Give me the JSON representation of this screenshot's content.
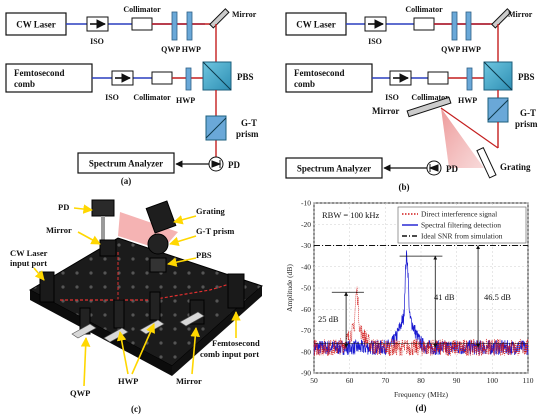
{
  "panel_a": {
    "cw_laser": "CW Laser",
    "iso_top": "ISO",
    "collimator_top": "Collimator",
    "mirror": "Mirror",
    "qwp_hwp": "QWP HWP",
    "femto_line1": "Femtosecond",
    "femto_line2": "comb",
    "iso_bottom": "ISO",
    "collimator_bottom": "Collimator",
    "pbs": "PBS",
    "hwp": "HWP",
    "gt_line1": "G-T",
    "gt_line2": "prism",
    "spectrum_analyzer": "Spectrum Analyzer",
    "pd": "PD",
    "caption": "(a)"
  },
  "panel_b": {
    "cw_laser": "CW Laser",
    "iso_top": "ISO",
    "collimator_top": "Collimator",
    "mirror_top": "Mirror",
    "qwp_hwp": "QWP HWP",
    "femto_line1": "Femtosecond",
    "femto_line2": "comb",
    "iso_bottom": "ISO",
    "collimator_bottom": "Collimator",
    "pbs": "PBS",
    "hwp": "HWP",
    "mirror_mid": "Mirror",
    "gt_line1": "G-T",
    "gt_line2": "prism",
    "grating": "Grating",
    "spectrum_analyzer": "Spectrum Analyzer",
    "pd": "PD",
    "caption": "(b)"
  },
  "panel_c": {
    "pd": "PD",
    "mirror": "Mirror",
    "cw_line1": "CW Laser",
    "cw_line2": "input port",
    "grating": "Grating",
    "gt_prism": "G-T prism",
    "pbs": "PBS",
    "femto_line1": "Femtosecond",
    "femto_line2": "comb input port",
    "qwp": "QWP",
    "hwp": "HWP",
    "mirror_bottom": "Mirror",
    "caption": "(c)"
  },
  "panel_d": {
    "caption": "(d)",
    "annotations": {
      "db25": "25 dB",
      "db41": "41 dB",
      "db465": "46.5 dB",
      "rbw": "RBW = 100 kHz"
    }
  },
  "chart_data": {
    "type": "line",
    "xlabel": "Frequency (MHz)",
    "ylabel": "Amplitude (dB)",
    "xlim": [
      50,
      110
    ],
    "ylim": [
      -90,
      -10
    ],
    "x_ticks": [
      "50",
      "60",
      "70",
      "80",
      "90",
      "100",
      "110"
    ],
    "y_ticks": [
      "-10",
      "-20",
      "-30",
      "-40",
      "-50",
      "-60",
      "-70",
      "-80",
      "-90"
    ],
    "grid": true,
    "legend_position": "top-right",
    "series": [
      {
        "name": "Direct interference signal",
        "color": "#d11a1a",
        "style": "dotted",
        "noise_floor_db": -78,
        "peak_frequency_mhz": 62,
        "peak_db": -52
      },
      {
        "name": "Spectral filtering detection",
        "color": "#1a1ad1",
        "style": "solid",
        "noise_floor_db": -78,
        "peak_frequency_mhz": 76,
        "peak_db": -35
      },
      {
        "name": "Ideal SNR from simulation",
        "color": "#111111",
        "style": "dash-dot",
        "level_db": -30
      }
    ]
  }
}
